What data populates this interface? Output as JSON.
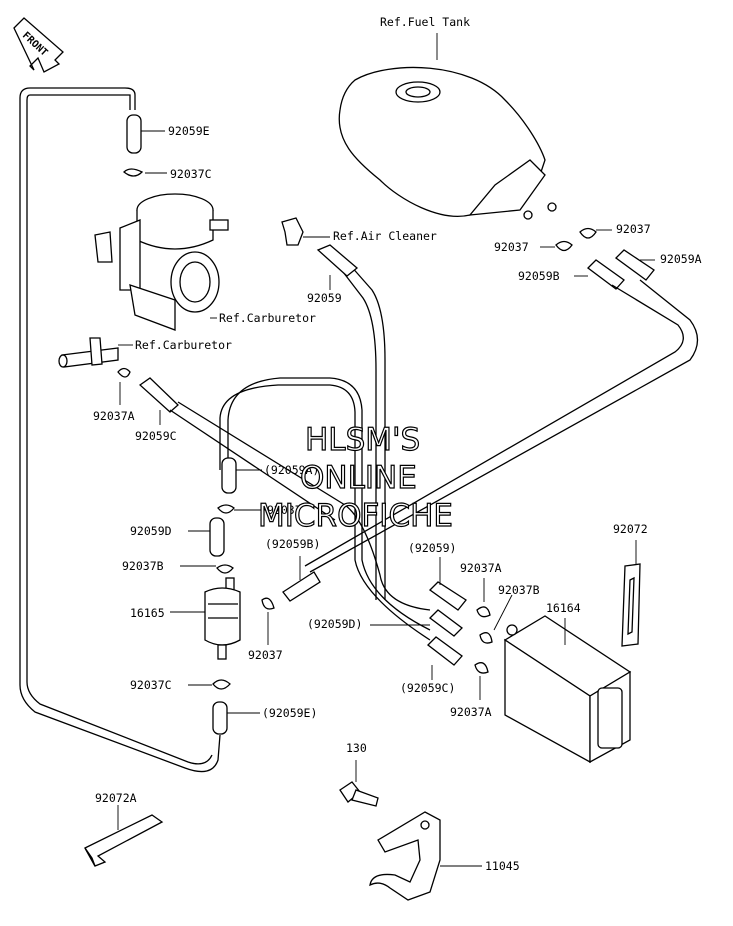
{
  "direction": "FRONT",
  "watermark": [
    "HLSM'S",
    "ONLINE",
    "MICROFICHE"
  ],
  "labels": {
    "fuel_tank": "Ref.Fuel Tank",
    "air_cleaner": "Ref.Air Cleaner",
    "carburetor_1": "Ref.Carburetor",
    "carburetor_2": "Ref.Carburetor",
    "p92059E": "92059E",
    "p92037C_top": "92037C",
    "p92037_tank_a": "92037",
    "p92037_tank_b": "92037",
    "p92059A": "92059A",
    "p92059B": "92059B",
    "p92059": "92059",
    "p92037A_left": "92037A",
    "p92059C": "92059C",
    "p92059A_paren": "(92059A)",
    "p92037_mid": "92037",
    "p92059D": "92059D",
    "p92059B_paren": "(92059B)",
    "p92037B_left": "92037B",
    "p16165": "16165",
    "p92037_filter": "92037",
    "p92037C_bottom": "92037C",
    "p92059E_paren": "(92059E)",
    "p92059_paren": "(92059)",
    "p92037A_right": "92037A",
    "p92037B_right": "92037B",
    "p16164": "16164",
    "p92072": "92072",
    "p92059D_paren": "(92059D)",
    "p92059C_paren": "(92059C)",
    "p92037A_right_bottom": "92037A",
    "p130": "130",
    "p92072A": "92072A",
    "p11045": "11045"
  }
}
